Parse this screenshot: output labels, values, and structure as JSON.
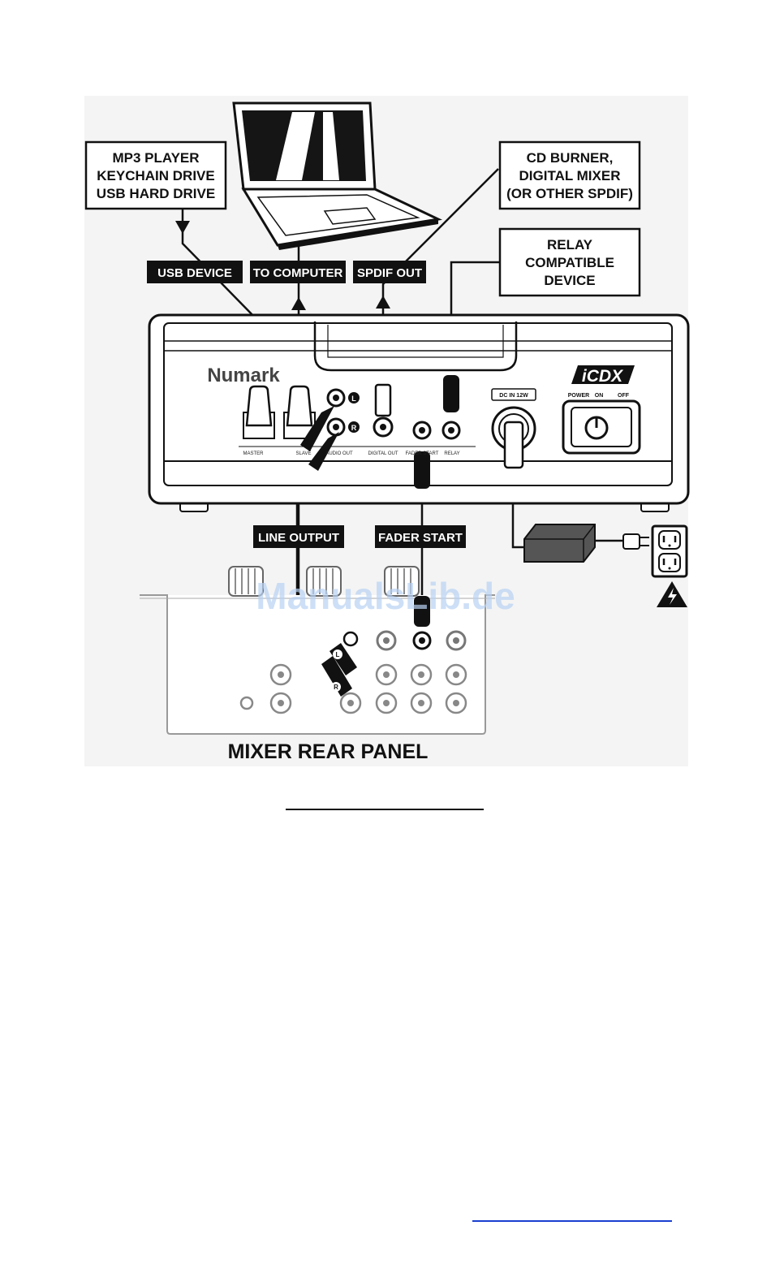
{
  "boxes": {
    "usb_storage": [
      "MP3 PLAYER",
      "KEYCHAIN DRIVE",
      "USB HARD DRIVE"
    ],
    "spdif_devices": [
      "CD BURNER,",
      "DIGITAL MIXER",
      "(OR OTHER SPDIF)"
    ],
    "relay_device": [
      "RELAY",
      "COMPATIBLE",
      "DEVICE"
    ]
  },
  "tags": {
    "usb_device": "USB DEVICE",
    "to_computer": "TO COMPUTER",
    "spdif_out": "SPDIF OUT",
    "line_output": "LINE OUTPUT",
    "fader_start": "FADER START"
  },
  "unit": {
    "brand": "Numark",
    "model": "iCDX",
    "dc_in": "DC IN 12W",
    "power_label": "POWER",
    "on_label": "ON",
    "off_label": "OFF",
    "jack_l": "L",
    "jack_r": "R",
    "panel_labels": {
      "master": "MASTER",
      "slave": "SLAVE",
      "audio_out": "AUDIO OUT",
      "digital_out": "DIGITAL OUT",
      "fader_start": "FADER START",
      "relay": "RELAY"
    }
  },
  "mixer": {
    "caption": "MIXER REAR PANEL"
  },
  "watermark": "ManualsLib.de",
  "icons": [
    "laptop-icon",
    "power-outlet-icon",
    "power-adapter-icon",
    "high-voltage-warning-icon",
    "power-button-icon"
  ]
}
